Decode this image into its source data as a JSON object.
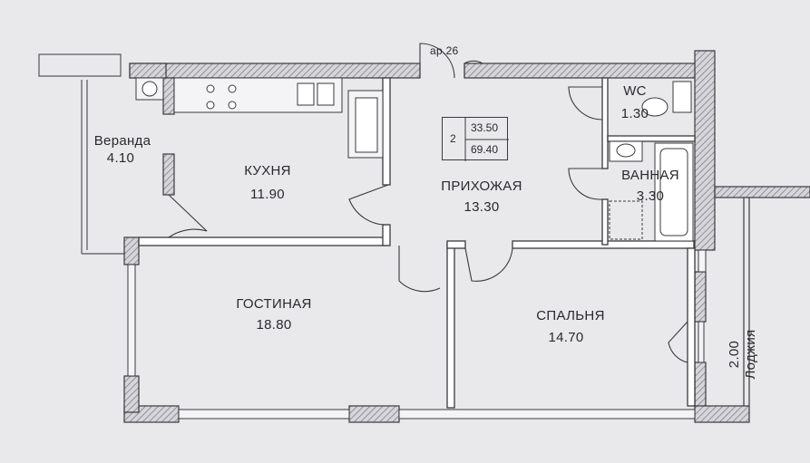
{
  "apartment": {
    "rooms_count": "2",
    "living_area": "33.50",
    "total_area": "69.40",
    "axis_label": "ар.26"
  },
  "rooms": {
    "veranda": {
      "name": "Веранда",
      "area": "4.10"
    },
    "kitchen": {
      "name": "КУХНЯ",
      "area": "11.90"
    },
    "hallway": {
      "name": "ПРИХОЖАЯ",
      "area": "13.30"
    },
    "wc": {
      "name": "WC",
      "area": "1.30"
    },
    "bathroom": {
      "name": "ВАННАЯ",
      "area": "3.30"
    },
    "living_room": {
      "name": "ГОСТИНАЯ",
      "area": "18.80"
    },
    "bedroom": {
      "name": "СПАЛЬНЯ",
      "area": "14.70"
    },
    "loggia": {
      "name": "Лоджия",
      "area": "2.00"
    }
  },
  "colors": {
    "paper": "#e9e9ec",
    "wall_outline": "#3a3a3e",
    "hatch": "#8a8a90",
    "text": "#2a2a2e"
  }
}
